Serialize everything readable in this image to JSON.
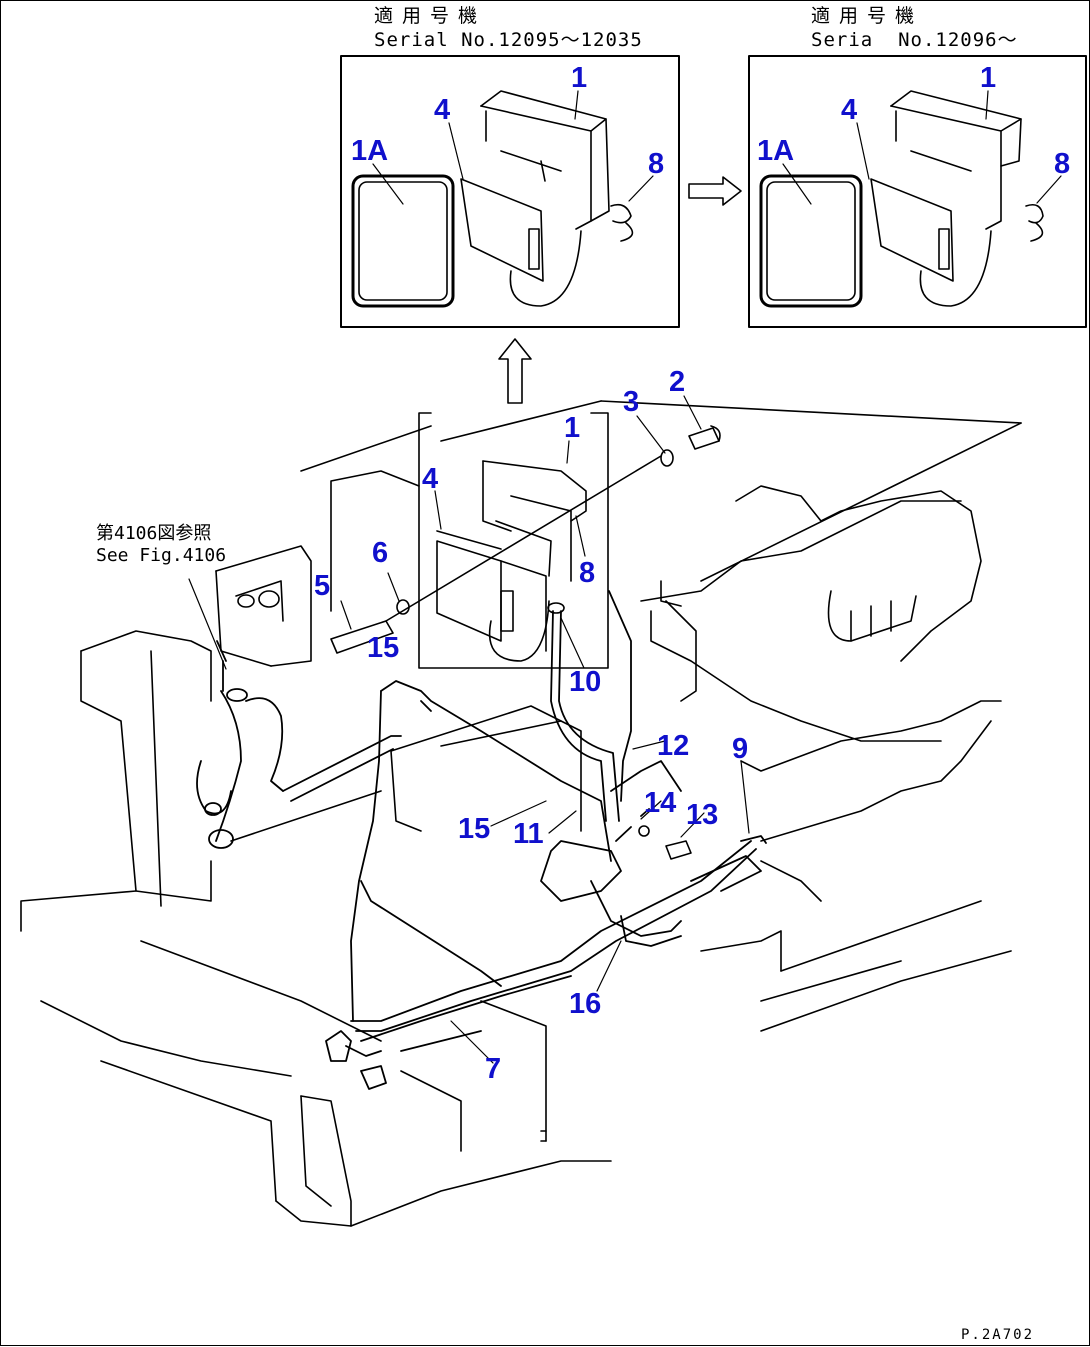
{
  "insets": [
    {
      "title": "適用号機",
      "serial": "Serial No.12095～12035"
    },
    {
      "title": "適用号機",
      "serial": "Seria  No.12096～"
    }
  ],
  "reference": {
    "jp": "第4106図参照",
    "en": "See Fig.4106"
  },
  "callouts": {
    "inset1": [
      "1",
      "4",
      "1A",
      "8"
    ],
    "inset2": [
      "1",
      "4",
      "1A",
      "8"
    ],
    "main": [
      "1",
      "2",
      "3",
      "4",
      "5",
      "6",
      "8",
      "15",
      "10",
      "12",
      "9",
      "14",
      "13",
      "15",
      "11",
      "16",
      "7"
    ]
  },
  "figure_code": "P.2A702"
}
